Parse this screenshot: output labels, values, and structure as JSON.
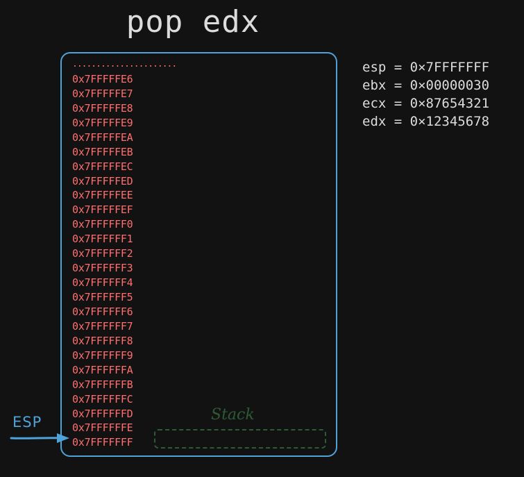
{
  "title": "pop edx",
  "colors": {
    "background": "#121212",
    "stack_border": "#4fa3da",
    "address_text": "#ff6f6f",
    "register_text": "#dcdcdc",
    "esp_pointer": "#4fa3da",
    "stack_slot": "#2f5a36"
  },
  "stack": {
    "ellipsis": "......................",
    "addresses": [
      "0x7FFFFFE6",
      "0x7FFFFFE7",
      "0x7FFFFFE8",
      "0x7FFFFFE9",
      "0x7FFFFFEA",
      "0x7FFFFFEB",
      "0x7FFFFFEC",
      "0x7FFFFFED",
      "0x7FFFFFEE",
      "0x7FFFFFEF",
      "0x7FFFFFF0",
      "0x7FFFFFF1",
      "0x7FFFFFF2",
      "0x7FFFFFF3",
      "0x7FFFFFF4",
      "0x7FFFFFF5",
      "0x7FFFFFF6",
      "0x7FFFFFF7",
      "0x7FFFFFF8",
      "0x7FFFFFF9",
      "0x7FFFFFFA",
      "0x7FFFFFFB",
      "0x7FFFFFFC",
      "0x7FFFFFFD",
      "0x7FFFFFFE",
      "0x7FFFFFFF"
    ],
    "slot_label": "Stack"
  },
  "pointer": {
    "label": "ESP",
    "icon": "arrow-right-icon"
  },
  "registers": [
    {
      "text": "esp = 0×7FFFFFFF"
    },
    {
      "text": "ebx = 0×00000030"
    },
    {
      "text": "ecx = 0×87654321"
    },
    {
      "text": "edx = 0×12345678"
    }
  ]
}
